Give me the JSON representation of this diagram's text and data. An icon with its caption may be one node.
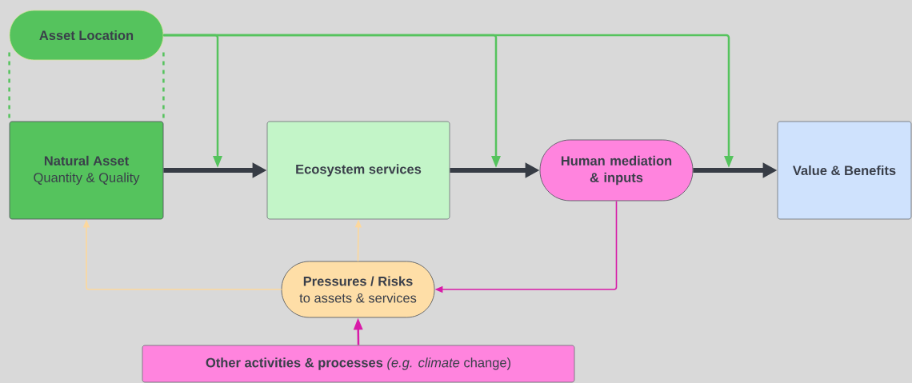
{
  "diagram": {
    "nodes": [
      {
        "text": [
          "Asset Location"
        ]
      },
      {
        "text": [
          "Natural Asset",
          "Quantity & Quality"
        ]
      },
      {
        "text": [
          "Ecosystem services"
        ]
      },
      {
        "text": [
          "Human mediation & inputs"
        ]
      },
      {
        "text": [
          "Value & Benefits"
        ]
      },
      {
        "text": [
          "Pressures / Risks",
          "to assets & services"
        ]
      },
      {
        "text": [
          "**Other activities & processes** *(e.g. climate* change)"
        ]
      }
    ],
    "edges": [
      {
        "from": 0,
        "to": 1,
        "arrow": "none",
        "style": "dashed",
        "color": "#55c35d"
      },
      {
        "from": 0,
        "to": 1,
        "arrow": "none",
        "style": "dashed",
        "color": "#55c35d"
      },
      {
        "from": 1,
        "to": 2,
        "arrow": "to",
        "style": "thick",
        "color": "#373c45"
      },
      {
        "from": 2,
        "to": 3,
        "arrow": "to",
        "style": "thick",
        "color": "#373c45"
      },
      {
        "from": 3,
        "to": 4,
        "arrow": "to",
        "style": "thick",
        "color": "#373c45"
      },
      {
        "from": 0,
        "to": null,
        "arrow": "to",
        "color": "#55c35d"
      },
      {
        "from": 0,
        "to": null,
        "arrow": "to",
        "color": "#55c35d"
      },
      {
        "from": 0,
        "to": null,
        "arrow": "to",
        "color": "#55c35d"
      },
      {
        "from": 5,
        "to": 1,
        "arrow": "to",
        "color": "#fcd89e"
      },
      {
        "from": 5,
        "to": 2,
        "arrow": "to",
        "color": "#fcd89e"
      },
      {
        "from": 3,
        "to": 5,
        "arrow": "to",
        "color": "#d81ba8"
      },
      {
        "from": 6,
        "to": 5,
        "arrow": "to",
        "color": "#d81ba8"
      }
    ]
  }
}
